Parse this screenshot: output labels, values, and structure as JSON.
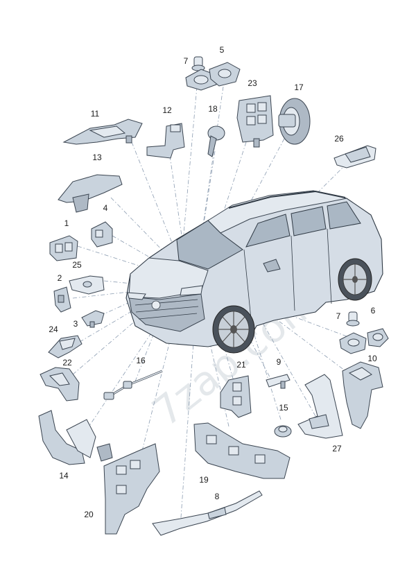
{
  "watermark": "7zap.com",
  "callouts": [
    {
      "id": "c1",
      "text": "1"
    },
    {
      "id": "c2",
      "text": "2"
    },
    {
      "id": "c3",
      "text": "3"
    },
    {
      "id": "c4",
      "text": "4"
    },
    {
      "id": "c5",
      "text": "5"
    },
    {
      "id": "c6",
      "text": "6"
    },
    {
      "id": "c7a",
      "text": "7"
    },
    {
      "id": "c7b",
      "text": "7"
    },
    {
      "id": "c8",
      "text": "8"
    },
    {
      "id": "c9",
      "text": "9"
    },
    {
      "id": "c10",
      "text": "10"
    },
    {
      "id": "c11",
      "text": "11"
    },
    {
      "id": "c12",
      "text": "12"
    },
    {
      "id": "c13",
      "text": "13"
    },
    {
      "id": "c14",
      "text": "14"
    },
    {
      "id": "c15",
      "text": "15"
    },
    {
      "id": "c16",
      "text": "16"
    },
    {
      "id": "c17",
      "text": "17"
    },
    {
      "id": "c18",
      "text": "18"
    },
    {
      "id": "c19",
      "text": "19"
    },
    {
      "id": "c20",
      "text": "20"
    },
    {
      "id": "c21",
      "text": "21"
    },
    {
      "id": "c22",
      "text": "22"
    },
    {
      "id": "c23",
      "text": "23"
    },
    {
      "id": "c24",
      "text": "24"
    },
    {
      "id": "c25",
      "text": "25"
    },
    {
      "id": "c26",
      "text": "26"
    },
    {
      "id": "c27",
      "text": "27"
    }
  ]
}
